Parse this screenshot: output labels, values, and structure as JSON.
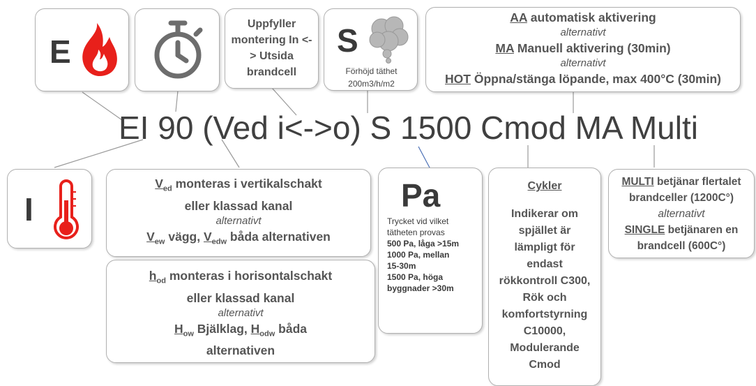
{
  "code_text": "EI 90 (Ved i<->o) S 1500 Cmod MA Multi",
  "e_box": {
    "letter": "E"
  },
  "i_box": {
    "letter": "I"
  },
  "mount_box": {
    "text": "Uppfyller montering In <-> Utsida brandcell"
  },
  "s_box": {
    "letter": "S",
    "line1": "Förhöjd täthet",
    "line2": "200m3/h/m2"
  },
  "activation_box": {
    "aa_abbr": "AA",
    "aa_text": "automatisk aktivering",
    "alt1": "alternativt",
    "ma_abbr": "MA",
    "ma_text": "Manuell aktivering (30min)",
    "alt2": "alternativt",
    "hot_abbr": "HOT",
    "hot_text": "Öppna/stänga löpande, max 400°C (30min)"
  },
  "ved_box": {
    "v1": "V",
    "v1_sub": "ed",
    "line1_text": "monteras i vertikalschakt",
    "line2": "eller klassad kanal",
    "alt": "alternativt",
    "v2": "V",
    "v2_sub": "ew",
    "v2_text": "vägg,",
    "v3": "V",
    "v3_sub": "edw",
    "v3_text": "båda alternativen"
  },
  "hod_box": {
    "h1": "h",
    "h1_sub": "od",
    "line1_text": "monteras i horisontalschakt",
    "line2": "eller klassad kanal",
    "alt": "alternativt",
    "h2": "H",
    "h2_sub": "ow",
    "h2_text": "Bjälklag,",
    "h3": "H",
    "h3_sub": "odw",
    "h3_text": "båda",
    "line4": "alternativen"
  },
  "pa_box": {
    "title": "Pa",
    "l1": "Trycket vid vilket",
    "l2": "tätheten provas",
    "l3": "500 Pa, låga >15m",
    "l4": "1000 Pa, mellan",
    "l5": "15-30m",
    "l6": "1500 Pa, höga",
    "l7": "byggnader >30m"
  },
  "cykler_box": {
    "title": "Cykler",
    "lines": [
      "Indikerar om",
      "spjället är",
      "lämpligt för",
      "endast",
      "rökkontroll C300,",
      "Rök och",
      "komfortstyrning",
      "C10000,",
      "Modulerande",
      "Cmod"
    ]
  },
  "multi_box": {
    "multi_abbr": "MULTI",
    "multi_text": "betjänar flertalet",
    "line2": "brandceller (1200C°)",
    "alt": "alternativt",
    "single_abbr": "SINGLE",
    "single_text": "betjänaren en",
    "line5": "brandcell (600C°)"
  },
  "colors": {
    "text": "#555555",
    "fire": "#e8201b",
    "code": "#404040",
    "accent_line": "#4a6fb5"
  }
}
